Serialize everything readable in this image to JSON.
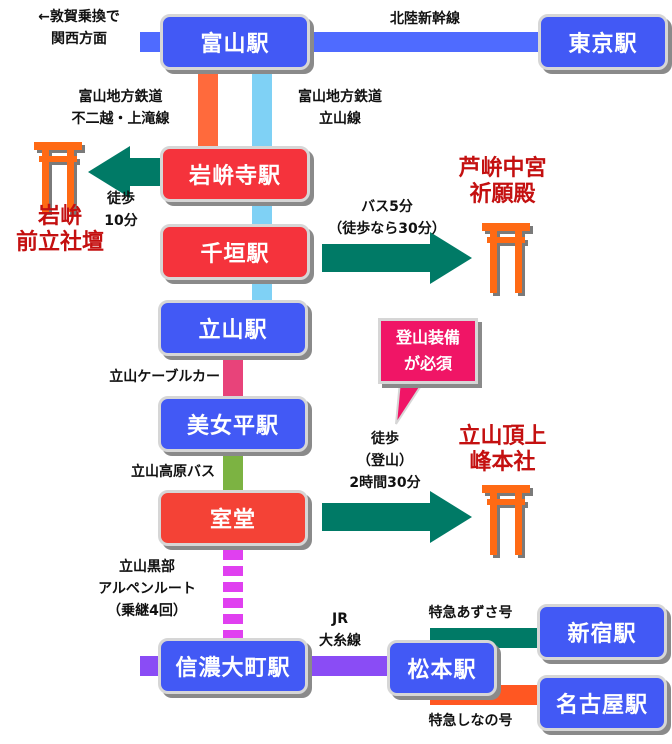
{
  "title": "立山参拝アクセス路線図",
  "colors": {
    "shinkansen": "#4f6bff",
    "fuji_kamitaki": "#ff6a3c",
    "tateyama_line": "#7fd1f5",
    "cable": "#e8437a",
    "kogen_bus": "#7cb342",
    "alpen_route": "#e040f0",
    "oito": "#8a4cf5",
    "azusa": "#007a66",
    "shinano": "#ff5722",
    "walk_arrow": "#007a66",
    "torii": "#ff6a14",
    "station_blue": "#4259f5",
    "station_red": "#f5333c",
    "shrine_text": "#c41010",
    "bubble": "#f01566"
  },
  "stations": {
    "toyama": "富山駅",
    "tokyo": "東京駅",
    "iwakuraji": "岩峅寺駅",
    "chigaki": "千垣駅",
    "tateyama": "立山駅",
    "bijodaira": "美女平駅",
    "murodo": "室堂",
    "shinano_omachi": "信濃大町駅",
    "matsumoto": "松本駅",
    "shinjuku": "新宿駅",
    "nagoya": "名古屋駅"
  },
  "lines": {
    "kansai": [
      "←敦賀乗換で",
      "関西方面"
    ],
    "hokuriku_shinkansen": "北陸新幹線",
    "fuji_kamitaki": [
      "富山地方鉄道",
      "不二越・上滝線"
    ],
    "tateyama_line": [
      "富山地方鉄道",
      "立山線"
    ],
    "cable": "立山ケーブルカー",
    "kogen_bus": "立山高原バス",
    "alpen_route": [
      "立山黒部",
      "アルペンルート",
      "（乗継4回）"
    ],
    "oito": [
      "JR",
      "大糸線"
    ],
    "azusa": "特急あずさ号",
    "shinano": "特急しなの号"
  },
  "routes": {
    "iwakuraji_walk": [
      "徒歩",
      "10分"
    ],
    "chigaki_bus": [
      "バス5分",
      "（徒歩なら30分）"
    ],
    "murodo_walk": [
      "徒歩",
      "（登山）",
      "2時間30分"
    ]
  },
  "shrines": {
    "maetate": [
      "岩峅",
      "前立社壇"
    ],
    "ashikuraji": [
      "芦峅中宮",
      "祈願殿"
    ],
    "mine": [
      "立山頂上",
      "峰本社"
    ]
  },
  "callout": [
    "登山装備",
    "が必須"
  ]
}
